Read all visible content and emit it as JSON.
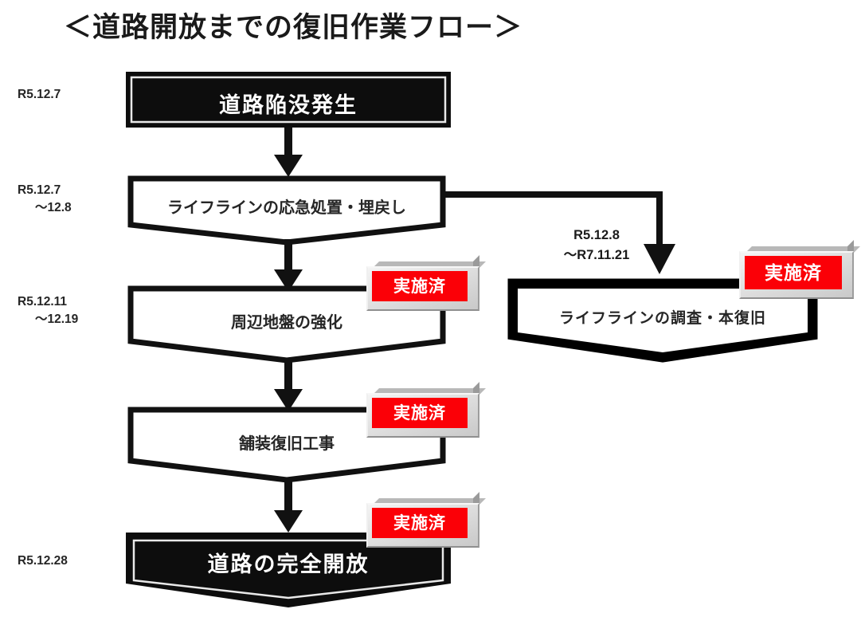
{
  "title": "＜道路開放までの復旧作業フロー＞",
  "badge_label": "実施済",
  "dates": {
    "d1": "R5.12.7",
    "d2_line1": "R5.12.7",
    "d2_line2": "～12.8",
    "d3_line1": "R5.12.11",
    "d3_line2": "～12.19",
    "d5": "R5.12.28",
    "branch_line1": "R5.12.8",
    "branch_line2": "～R7.11.21"
  },
  "nodes": {
    "n1": "道路陥没発生",
    "n2": "ライフラインの応急処置・埋戻し",
    "n3": "周辺地盤の強化",
    "n4": "舗装復旧工事",
    "n5": "道路の完全開放",
    "n6": "ライフラインの調査・本復旧"
  },
  "colors": {
    "badge_red": "#fb0007",
    "node_fill_dark": "#0d0d0d",
    "outline": "#111111",
    "text_dark": "#262626",
    "accent_red_line": "#c00000"
  }
}
